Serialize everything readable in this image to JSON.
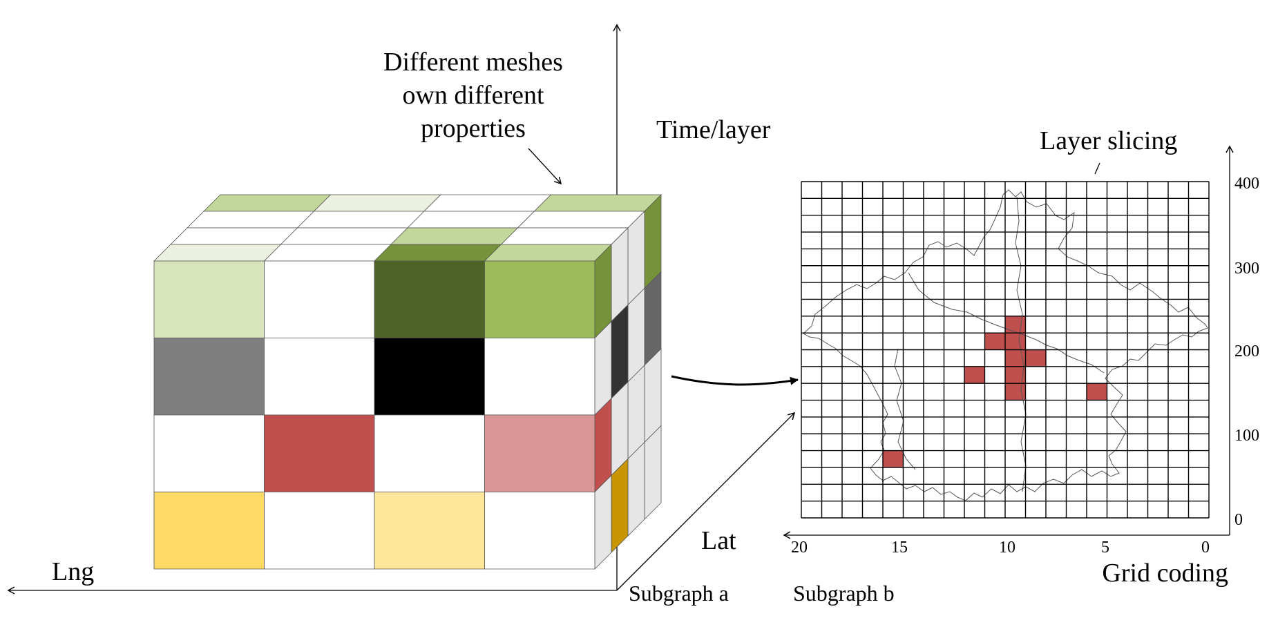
{
  "labels": {
    "meshes_line1": "Different meshes",
    "meshes_line2": "own different",
    "meshes_line3": "properties",
    "time_layer": "Time/layer",
    "layer_slicing": "Layer slicing",
    "lng": "Lng",
    "lat": "Lat",
    "subgraph_a": "Subgraph a",
    "subgraph_b": "Subgraph b",
    "grid_coding": "Grid coding"
  },
  "grid_axes": {
    "y_ticks": [
      "400",
      "300",
      "200",
      "100",
      "0"
    ],
    "x_ticks": [
      "20",
      "15",
      "10",
      "5",
      "0"
    ]
  },
  "cube": {
    "front_faces": [
      [
        "#d8e4bc",
        "#ffffff",
        "#4f6228",
        "#9bbb59"
      ],
      [
        "#7f7f7f",
        "#ffffff",
        "#000000",
        "#ffffff"
      ],
      [
        "#ffffff",
        "#c0504d",
        "#ffffff",
        "#da9694"
      ],
      [
        "#ffd966",
        "#ffffff",
        "#ffe699",
        "#ffffff"
      ]
    ],
    "top_rows": [
      [
        "#c4d79b",
        "#ebf1de",
        "#ffffff",
        "#c4d79b"
      ],
      [
        "#ffffff",
        "#ffffff",
        "#ffffff",
        "#ffffff"
      ],
      [
        "#ffffff",
        "#ffffff",
        "#c4d79b",
        "#ffffff"
      ],
      [
        "#ebf1de",
        "#ffffff",
        "#76933c",
        "#c4d79b"
      ]
    ],
    "side_columns": [
      [
        "#76933c",
        "#e6e6e6",
        "#c0504d",
        "#e6e6e6"
      ],
      [
        "#e6e6e6",
        "#333333",
        "#e6e6e6",
        "#c89600"
      ],
      [
        "#e6e6e6",
        "#e6e6e6",
        "#e6e6e6",
        "#e6e6e6"
      ],
      [
        "#76933c",
        "#666666",
        "#e6e6e6",
        "#e6e6e6"
      ]
    ]
  },
  "grid_map": {
    "cols": 20,
    "rows": 20,
    "highlight_color": "#c0504d",
    "highlighted_cells": [
      [
        10,
        8
      ],
      [
        9,
        9
      ],
      [
        10,
        9
      ],
      [
        10,
        10
      ],
      [
        11,
        10
      ],
      [
        8,
        11
      ],
      [
        10,
        11
      ],
      [
        10,
        12
      ],
      [
        14,
        12
      ],
      [
        4,
        16
      ]
    ]
  }
}
